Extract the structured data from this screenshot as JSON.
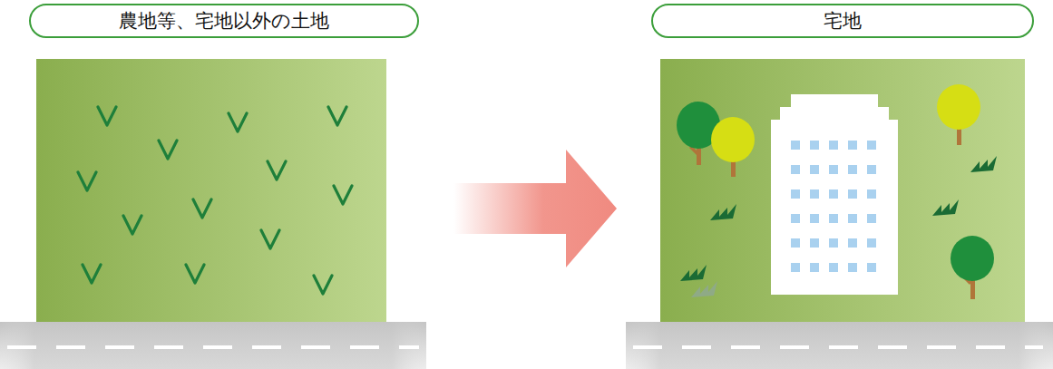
{
  "diagram": {
    "nodes": [
      {
        "text": [
          "農地等、宅地以外の土地"
        ]
      },
      {
        "text": [
          "宅地"
        ]
      }
    ],
    "edges": [
      {
        "from": 0,
        "to": 1,
        "arrow": "to"
      }
    ]
  }
}
